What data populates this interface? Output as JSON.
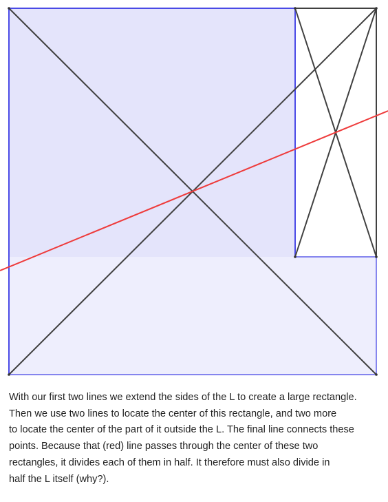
{
  "colors": {
    "upper_rect_fill": "#e4e4fb",
    "lower_rect_fill": "#eeeefd",
    "rect_border": "#4a4ae6",
    "rect_border_light": "#8585ee",
    "diagonal": "#404040",
    "bisector": "#ee3b3b",
    "text": "#222222"
  },
  "caption": {
    "lines": [
      "With our first two lines we extend the sides of the L to create a large rectangle.",
      "Then we use two lines to locate the center of this rectangle, and two more",
      "to locate the center of the part of it outside the L. The final line connects  these",
      "points. Because that (red) line passes through the center of these two",
      "rectangles, it divides each of them in half. It therefore must also divide in",
      "half the L itself (why?)."
    ]
  }
}
